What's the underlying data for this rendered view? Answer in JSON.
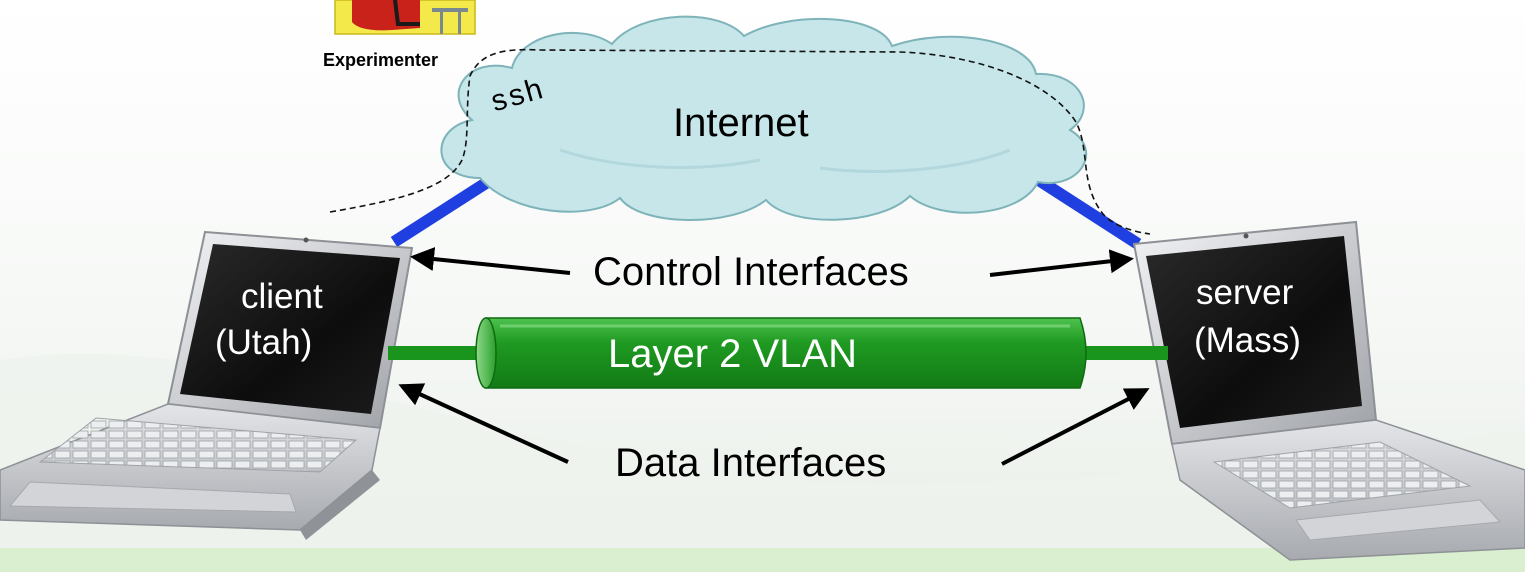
{
  "experimenter": {
    "label": "Experimenter"
  },
  "cloud": {
    "label": "Internet"
  },
  "ssh": {
    "label": "ssh"
  },
  "client": {
    "line1": "client",
    "line2": "(Utah)"
  },
  "server": {
    "line1": "server",
    "line2": "(Mass)"
  },
  "control": {
    "label": "Control Interfaces"
  },
  "vlan": {
    "label": "Layer 2 VLAN"
  },
  "data_if": {
    "label": "Data Interfaces"
  },
  "colors": {
    "control_link": "#1f3fe0",
    "vlan_tube": "#19941c",
    "vlan_text": "#ffffff",
    "cloud_fill": "#c6e6ea",
    "laptop_silver": "#c8c9cc",
    "screen": "#111111",
    "footer_band": "#d9efcf"
  }
}
